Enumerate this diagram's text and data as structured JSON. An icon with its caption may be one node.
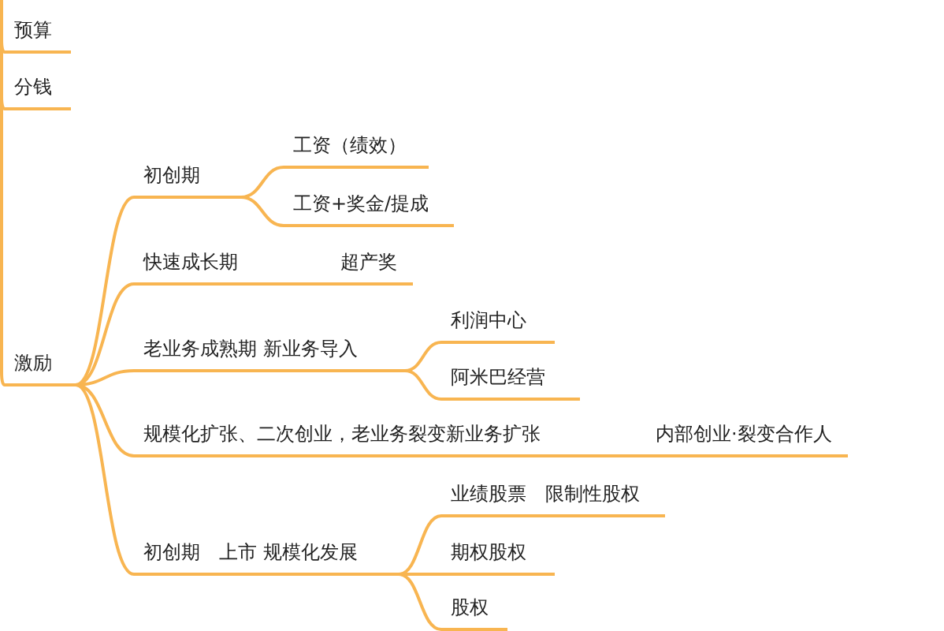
{
  "diagram": {
    "nodes": [
      {
        "text": [
          "预算"
        ]
      },
      {
        "text": [
          "分钱"
        ]
      },
      {
        "text": [
          "激励"
        ]
      },
      {
        "text": [
          "初创期"
        ]
      },
      {
        "text": [
          "工资（绩效）"
        ]
      },
      {
        "text": [
          "工资+奖金/提成"
        ]
      },
      {
        "text": [
          "快速成长期"
        ]
      },
      {
        "text": [
          "超产奖"
        ]
      },
      {
        "text": [
          "老业务成熟期 新业务导入"
        ]
      },
      {
        "text": [
          "利润中心"
        ]
      },
      {
        "text": [
          "阿米巴经营"
        ]
      },
      {
        "text": [
          "规模化扩张、二次创业，老业务裂变新业务扩张"
        ]
      },
      {
        "text": [
          "内部创业·裂变合作人"
        ]
      },
      {
        "text": [
          "初创期　上市 规模化发展"
        ]
      },
      {
        "text": [
          "业绩股票　限制性股权"
        ]
      },
      {
        "text": [
          "期权股权"
        ]
      },
      {
        "text": [
          "股权"
        ]
      }
    ],
    "edges": [
      {
        "from": null,
        "to": 0,
        "arrow": "none"
      },
      {
        "from": null,
        "to": 1,
        "arrow": "none"
      },
      {
        "from": null,
        "to": 2,
        "arrow": "none"
      },
      {
        "from": 2,
        "to": 3,
        "arrow": "none"
      },
      {
        "from": 2,
        "to": 6,
        "arrow": "none"
      },
      {
        "from": 2,
        "to": 8,
        "arrow": "none"
      },
      {
        "from": 2,
        "to": 11,
        "arrow": "none"
      },
      {
        "from": 2,
        "to": 13,
        "arrow": "none"
      },
      {
        "from": 3,
        "to": 4,
        "arrow": "none"
      },
      {
        "from": 3,
        "to": 5,
        "arrow": "none"
      },
      {
        "from": 6,
        "to": 7,
        "arrow": "none"
      },
      {
        "from": 8,
        "to": 9,
        "arrow": "none"
      },
      {
        "from": 8,
        "to": 10,
        "arrow": "none"
      },
      {
        "from": 11,
        "to": 12,
        "arrow": "none"
      },
      {
        "from": 13,
        "to": 14,
        "arrow": "none"
      },
      {
        "from": 13,
        "to": 15,
        "arrow": "none"
      },
      {
        "from": 13,
        "to": 16,
        "arrow": "none"
      }
    ]
  }
}
